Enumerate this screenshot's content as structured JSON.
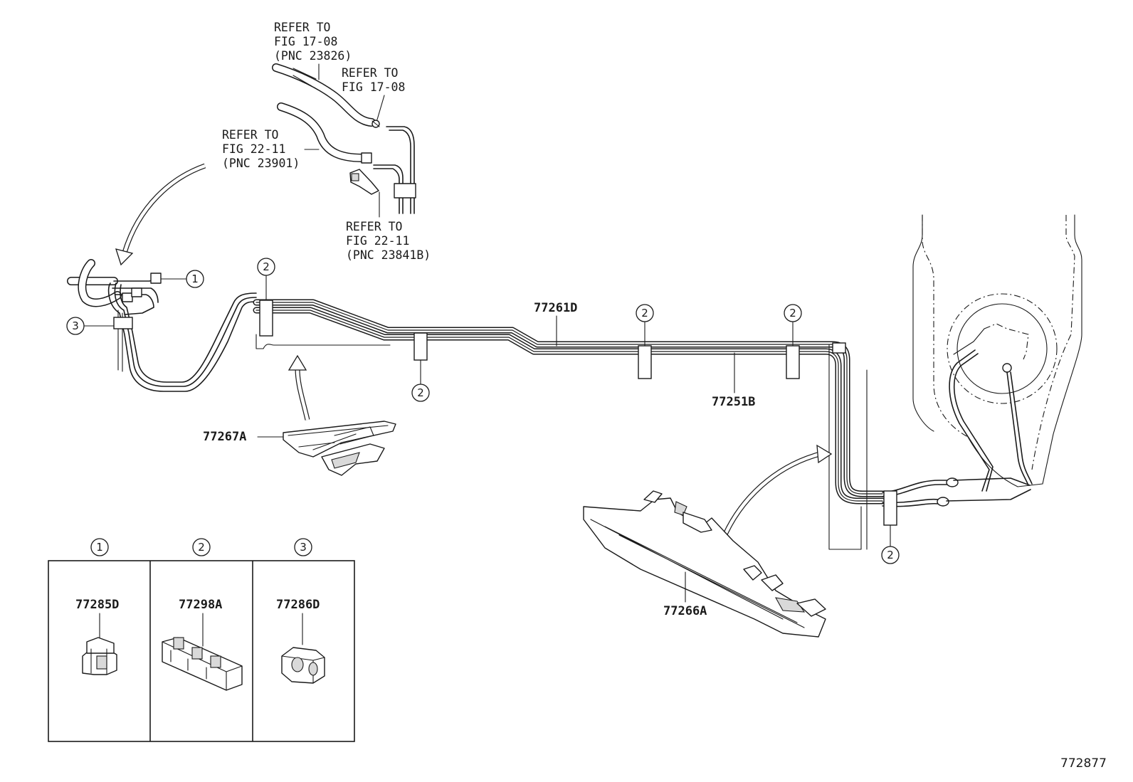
{
  "figure_id": "772877",
  "references": [
    {
      "lines": [
        "REFER TO",
        "FIG 17-08",
        "(PNC 23826)"
      ]
    },
    {
      "lines": [
        "REFER TO",
        "FIG 17-08"
      ]
    },
    {
      "lines": [
        "REFER TO",
        "FIG 22-11",
        "(PNC 23901)"
      ]
    },
    {
      "lines": [
        "REFER TO",
        "FIG 22-11",
        "(PNC 23841B)"
      ]
    }
  ],
  "part_labels": {
    "tube_front": "77261D",
    "tube_rear": "77251B",
    "protector_front": "77267A",
    "protector_rear": "77266A"
  },
  "callouts": [
    "1",
    "2",
    "3"
  ],
  "legend": [
    {
      "number": "1",
      "part": "77285D"
    },
    {
      "number": "2",
      "part": "77298A"
    },
    {
      "number": "3",
      "part": "77286D"
    }
  ]
}
